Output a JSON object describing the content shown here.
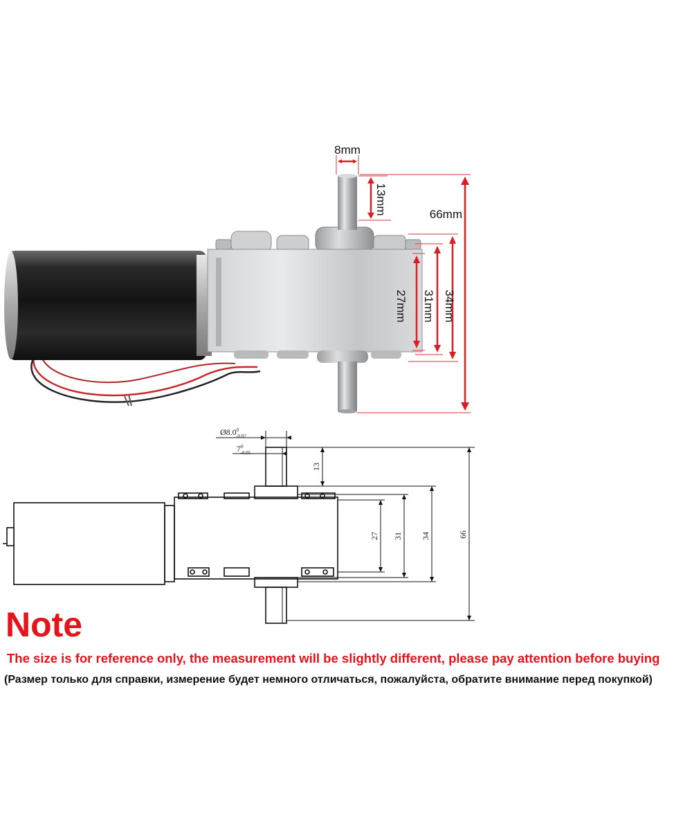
{
  "photo": {
    "dims": {
      "shaft_width": "8mm",
      "shaft_length": "13mm",
      "total_height": "66mm",
      "gearbox_27": "27mm",
      "gearbox_31": "31mm",
      "gearbox_34": "34mm"
    }
  },
  "drawing": {
    "diameter_base": "Ø8.0",
    "diameter_tol_upper": "0",
    "diameter_tol_lower": "-0.02",
    "flat_base": "7",
    "flat_tol_upper": "0",
    "flat_tol_lower": "-0.05",
    "dim_13": "13",
    "dim_27": "27",
    "dim_31": "31",
    "dim_34": "34",
    "dim_66": "66"
  },
  "note": {
    "title": "Note",
    "english": "The size is for reference only, the measurement will be slightly different, please pay attention before buying",
    "russian": "(Размер только для справки, измерение будет немного отличаться, пожалуйста, обратите внимание перед покупкой)"
  },
  "colors": {
    "accent_red": "#d61f26",
    "motor_black": "#1d1d1d",
    "gearbox_silver": "#c9cbcd"
  }
}
